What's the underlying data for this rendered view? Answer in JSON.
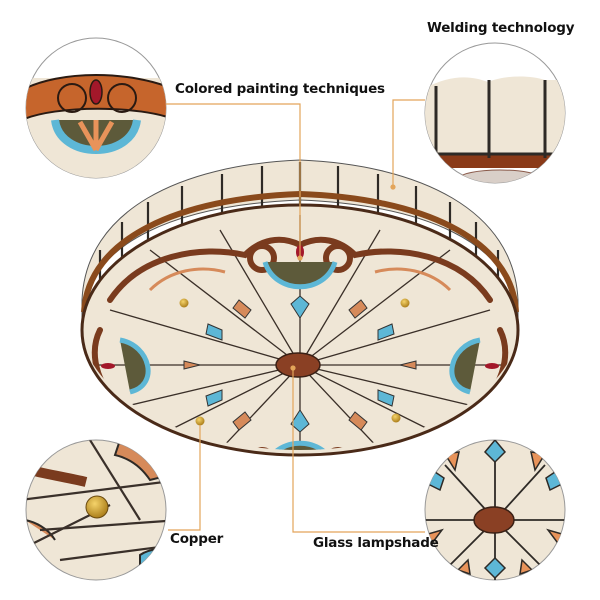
{
  "labels": {
    "welding": "Welding technology",
    "colored": "Colored painting techniques",
    "copper": "Copper",
    "glass": "Glass lampshade"
  },
  "colors": {
    "accent_line": "#e3a55a",
    "glass_cream": "#efe6d6",
    "lead_brown": "#7a3b1e",
    "copper_orange": "#c97a4a",
    "turquoise": "#5db7d6",
    "olive": "#5d5a3a",
    "ruby": "#a3182a",
    "brass": "#c89a2a"
  },
  "callouts": [
    {
      "id": "colored",
      "detail": "ornate scroll with ruby jewel and turquoise fan"
    },
    {
      "id": "welding",
      "detail": "scalloped cream glass side panels with lead seams"
    },
    {
      "id": "copper",
      "detail": "brass rivet on glass panel"
    },
    {
      "id": "glass",
      "detail": "central medallion with petal pattern"
    }
  ]
}
